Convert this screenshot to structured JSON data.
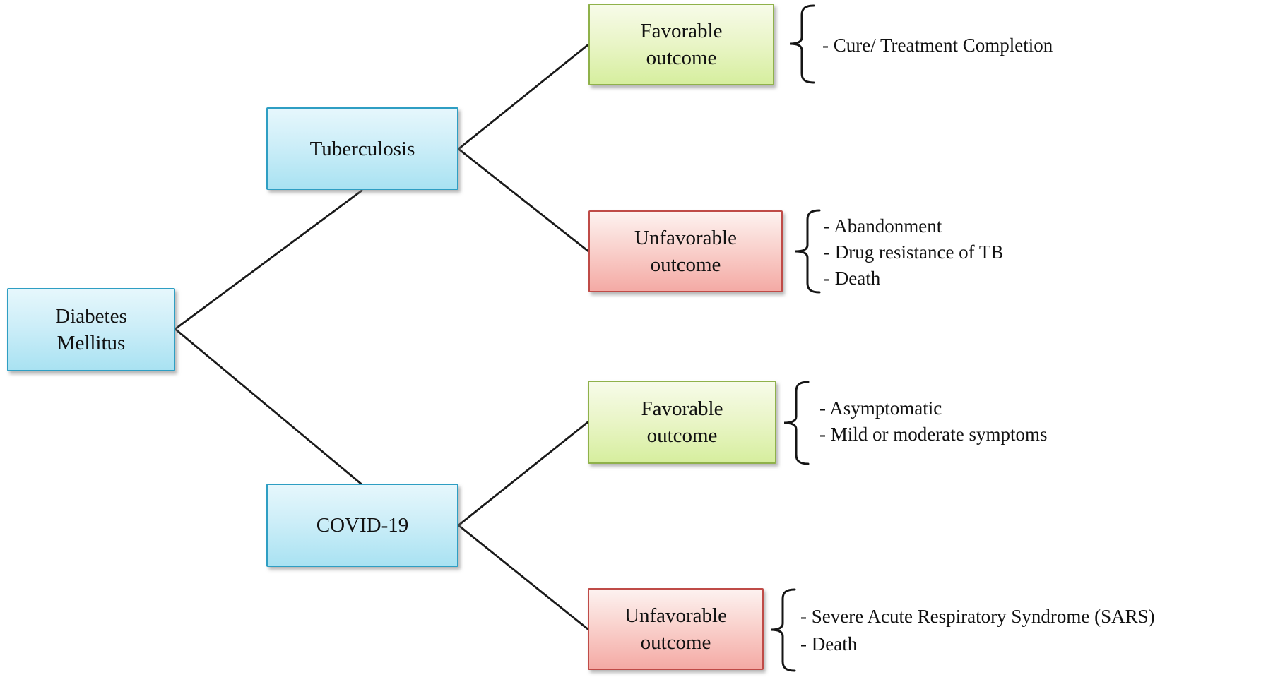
{
  "figure": {
    "background": "#ffffff",
    "root": {
      "label": "Diabetes\nMellitus"
    },
    "branches": [
      {
        "label": "Tuberculosis",
        "outcomes": [
          {
            "label": "Favorable\noutcome",
            "tone": "favorable",
            "items": [
              "- Cure/ Treatment Completion"
            ]
          },
          {
            "label": "Unfavorable\noutcome",
            "tone": "unfavorable",
            "items": [
              "- Abandonment",
              "- Drug resistance of TB",
              "- Death"
            ]
          }
        ]
      },
      {
        "label": "COVID-19",
        "outcomes": [
          {
            "label": "Favorable\noutcome",
            "tone": "favorable",
            "items": [
              "- Asymptomatic",
              "- Mild or moderate symptoms"
            ]
          },
          {
            "label": "Unfavorable\noutcome",
            "tone": "unfavorable",
            "items": [
              "- Severe Acute Respiratory Syndrome (SARS)",
              "- Death"
            ]
          }
        ]
      }
    ],
    "colors": {
      "condition_fill_top": "#e6f7fc",
      "condition_fill_bottom": "#a9e2f2",
      "condition_border": "#2e9ec3",
      "favorable_fill_top": "#f7fbe9",
      "favorable_fill_bottom": "#d6ee9e",
      "favorable_border": "#8fb14a",
      "unfavorable_fill_top": "#fdf2f0",
      "unfavorable_fill_bottom": "#f4aaa5",
      "unfavorable_border": "#bf4b47",
      "connector": "#1a1a1a",
      "text": "#111111"
    }
  }
}
